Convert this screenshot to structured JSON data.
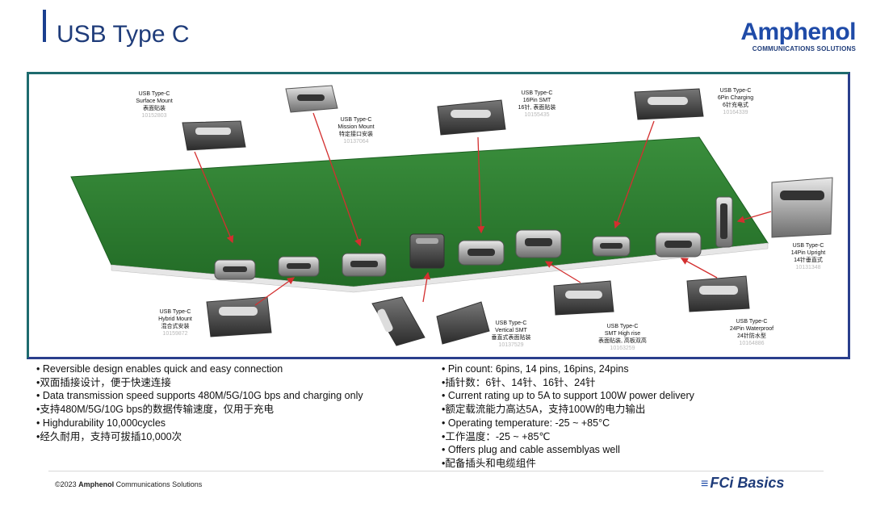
{
  "header": {
    "title": "USB Type C",
    "logo_main": "Amphenol",
    "logo_sub": "COMMUNICATIONS SOLUTIONS"
  },
  "connectors": [
    {
      "line1": "USB Type-C",
      "line2": "Surface Mount",
      "line3": "表面贴装",
      "pn": "10152803"
    },
    {
      "line1": "USB Type-C",
      "line2": "Mission Mount",
      "line3": "特定接口安装",
      "pn": "10137064"
    },
    {
      "line1": "USB Type-C",
      "line2": "16Pin SMT",
      "line3": "16针, 表面贴装",
      "pn": "10155435"
    },
    {
      "line1": "USB Type-C",
      "line2": "6Pin Charging",
      "line3": "6针充电式",
      "pn": "10164339"
    },
    {
      "line1": "USB Type-C",
      "line2": "14Pin Upright",
      "line3": "14针垂直式",
      "pn": "10131348"
    },
    {
      "line1": "USB Type-C",
      "line2": "Hybrid Mount",
      "line3": "混合式安装",
      "pn": "10159872"
    },
    {
      "line1": "USB Type-C",
      "line2": "Vertical SMT",
      "line3": "垂直式表面贴装",
      "pn": "10137529"
    },
    {
      "line1": "USB Type-C",
      "line2": "SMT High rise",
      "line3": "表面贴装, 高板双高",
      "pn": "10163259"
    },
    {
      "line1": "USB Type-C",
      "line2": "24Pin Waterproof",
      "line3": "24针防水型",
      "pn": "10164886"
    }
  ],
  "features_left": [
    "• Reversible design enables quick and easy connection",
    "•双面插接设计，便于快速连接",
    "• Data transmission speed supports 480M/5G/10G bps and charging only",
    "•支持480M/5G/10G bps的数据传输速度，仅用于充电",
    "• Highdurability 10,000cycles",
    "•经久耐用，支持可拔插10,000次"
  ],
  "features_right": [
    "• Pin count: 6pins, 14 pins, 16pins, 24pins",
    "•插针数：6针、14针、16针、24针",
    "• Current rating up to 5A to support 100W power delivery",
    "•额定载流能力高达5A，支持100W的电力输出",
    "• Operating temperature: -25 ~ +85°C",
    "•工作温度：-25 ~ +85℃",
    "• Offers plug and cable assemblyas well",
    "•配备插头和电缆组件"
  ],
  "footer": {
    "copyright_prefix": "©2023 ",
    "copyright_brand": "Amphenol",
    "copyright_rest": " Communications Solutions",
    "fci": "FCi Basics"
  },
  "colors": {
    "pcb": "#2e7d32",
    "accent": "#1f4ba8",
    "arrow": "#d32f2f"
  }
}
